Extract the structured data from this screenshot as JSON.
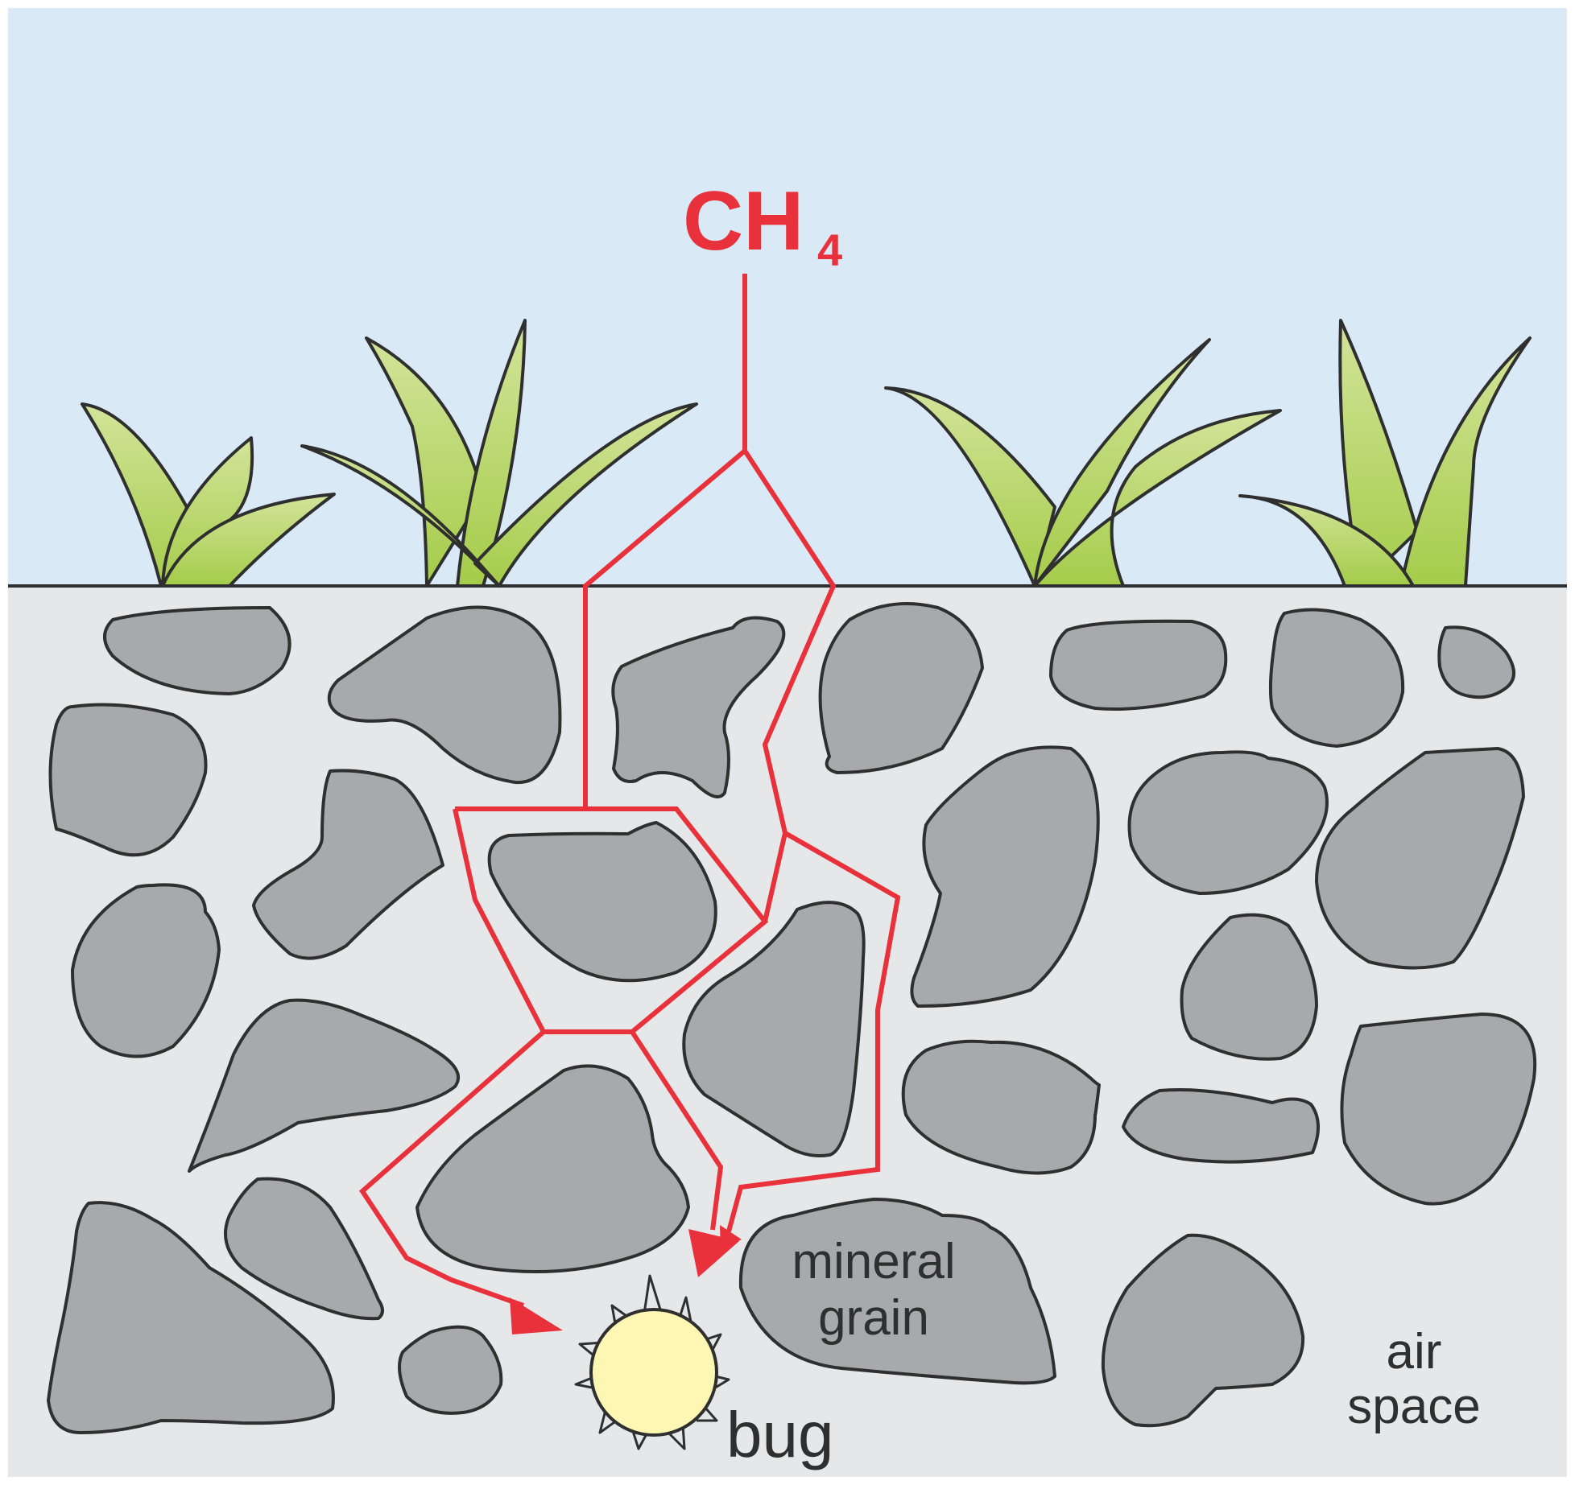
{
  "formula": {
    "main": "CH",
    "subscript": "4"
  },
  "labels": {
    "mineral_grain_line1": "mineral",
    "mineral_grain_line2": "grain",
    "air_space_line1": "air",
    "air_space_line2": "space",
    "bug": "bug"
  },
  "colors": {
    "sky": "#d9eaf6",
    "soil": "#e6e7e8",
    "grain": "#a7a9ac",
    "outline": "#2f2f2f",
    "methane_path": "#e8313a",
    "plant_light": "#d2e49a",
    "plant_dark": "#a5cc4a",
    "bug_fill": "#fdf7b3"
  }
}
